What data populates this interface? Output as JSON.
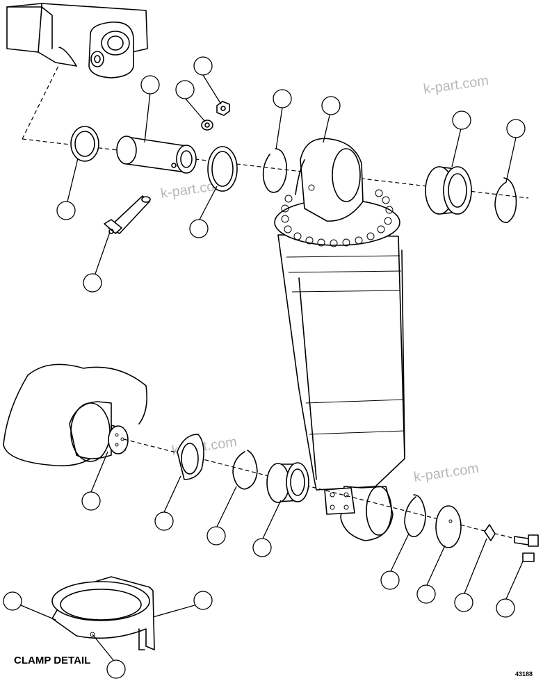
{
  "watermark": "k-part.com",
  "clamp_caption": "CLAMP DETAIL",
  "illustration_number": "43188"
}
